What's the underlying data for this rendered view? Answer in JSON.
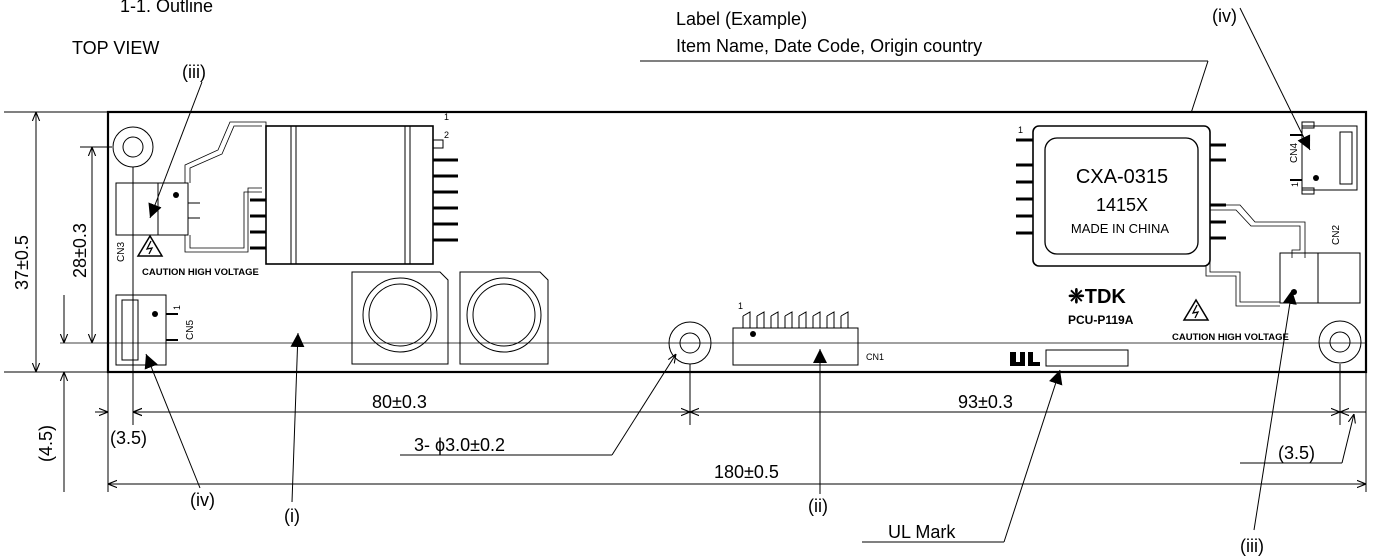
{
  "section_title": "1-1. Outline",
  "view_label": "TOP VIEW",
  "label_callout": {
    "line1": "Label (Example)",
    "line2": "Item Name, Date Code, Origin country"
  },
  "module_label": {
    "model": "CXA-0315",
    "date_code": "1415X",
    "origin": "MADE IN CHINA"
  },
  "brand": "❈TDK",
  "pcb_part": "PCU-P119A",
  "caution_text": "CAUTION HIGH VOLTAGE",
  "connectors": {
    "cn1": "CN1",
    "cn2": "CN2",
    "cn3": "CN3",
    "cn4": "CN4",
    "cn5": "CN5",
    "pin1": "1",
    "pin2": "2"
  },
  "part_refs": {
    "i": "(i)",
    "ii": "(ii)",
    "iii": "(iii)",
    "iv": "(iv)"
  },
  "dimensions": {
    "height_total": "37±0.5",
    "height_holes": "28±0.3",
    "hole_offset_y": "(4.5)",
    "hole_offset_left": "(3.5)",
    "hole_offset_right": "(3.5)",
    "hole_spacing_left": "80±0.3",
    "hole_spacing_right": "93±0.3",
    "width_total": "180±0.5",
    "hole_diameter": "3- ϕ3.0±0.2"
  },
  "ul_mark_label": "UL Mark"
}
